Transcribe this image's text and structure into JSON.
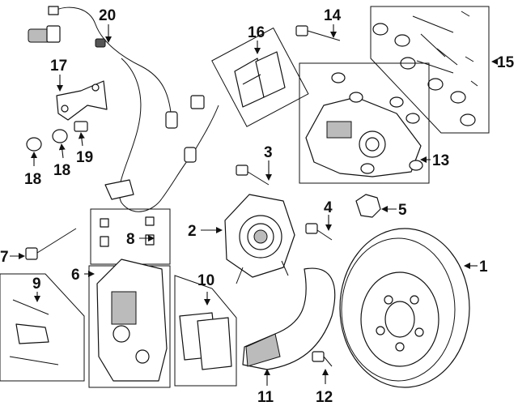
{
  "callouts": {
    "c1": "1",
    "c2": "2",
    "c3": "3",
    "c4": "4",
    "c5": "5",
    "c6": "6",
    "c7": "7",
    "c8": "8",
    "c9": "9",
    "c10": "10",
    "c11": "11",
    "c12": "12",
    "c13": "13",
    "c14": "14",
    "c15": "15",
    "c16": "16",
    "c17": "17",
    "c18a": "18",
    "c18b": "18",
    "c19": "19",
    "c20": "20"
  },
  "colors": {
    "line": "#111111",
    "shade": "#bbbbbb",
    "dark": "#555555",
    "background": "#ffffff"
  },
  "icons": {
    "rotor": "brake-rotor-icon",
    "hub": "wheel-hub-icon",
    "caliper": "brake-caliper-icon",
    "pads": "brake-pad-icon",
    "sensor": "abs-sensor-wire-icon"
  }
}
